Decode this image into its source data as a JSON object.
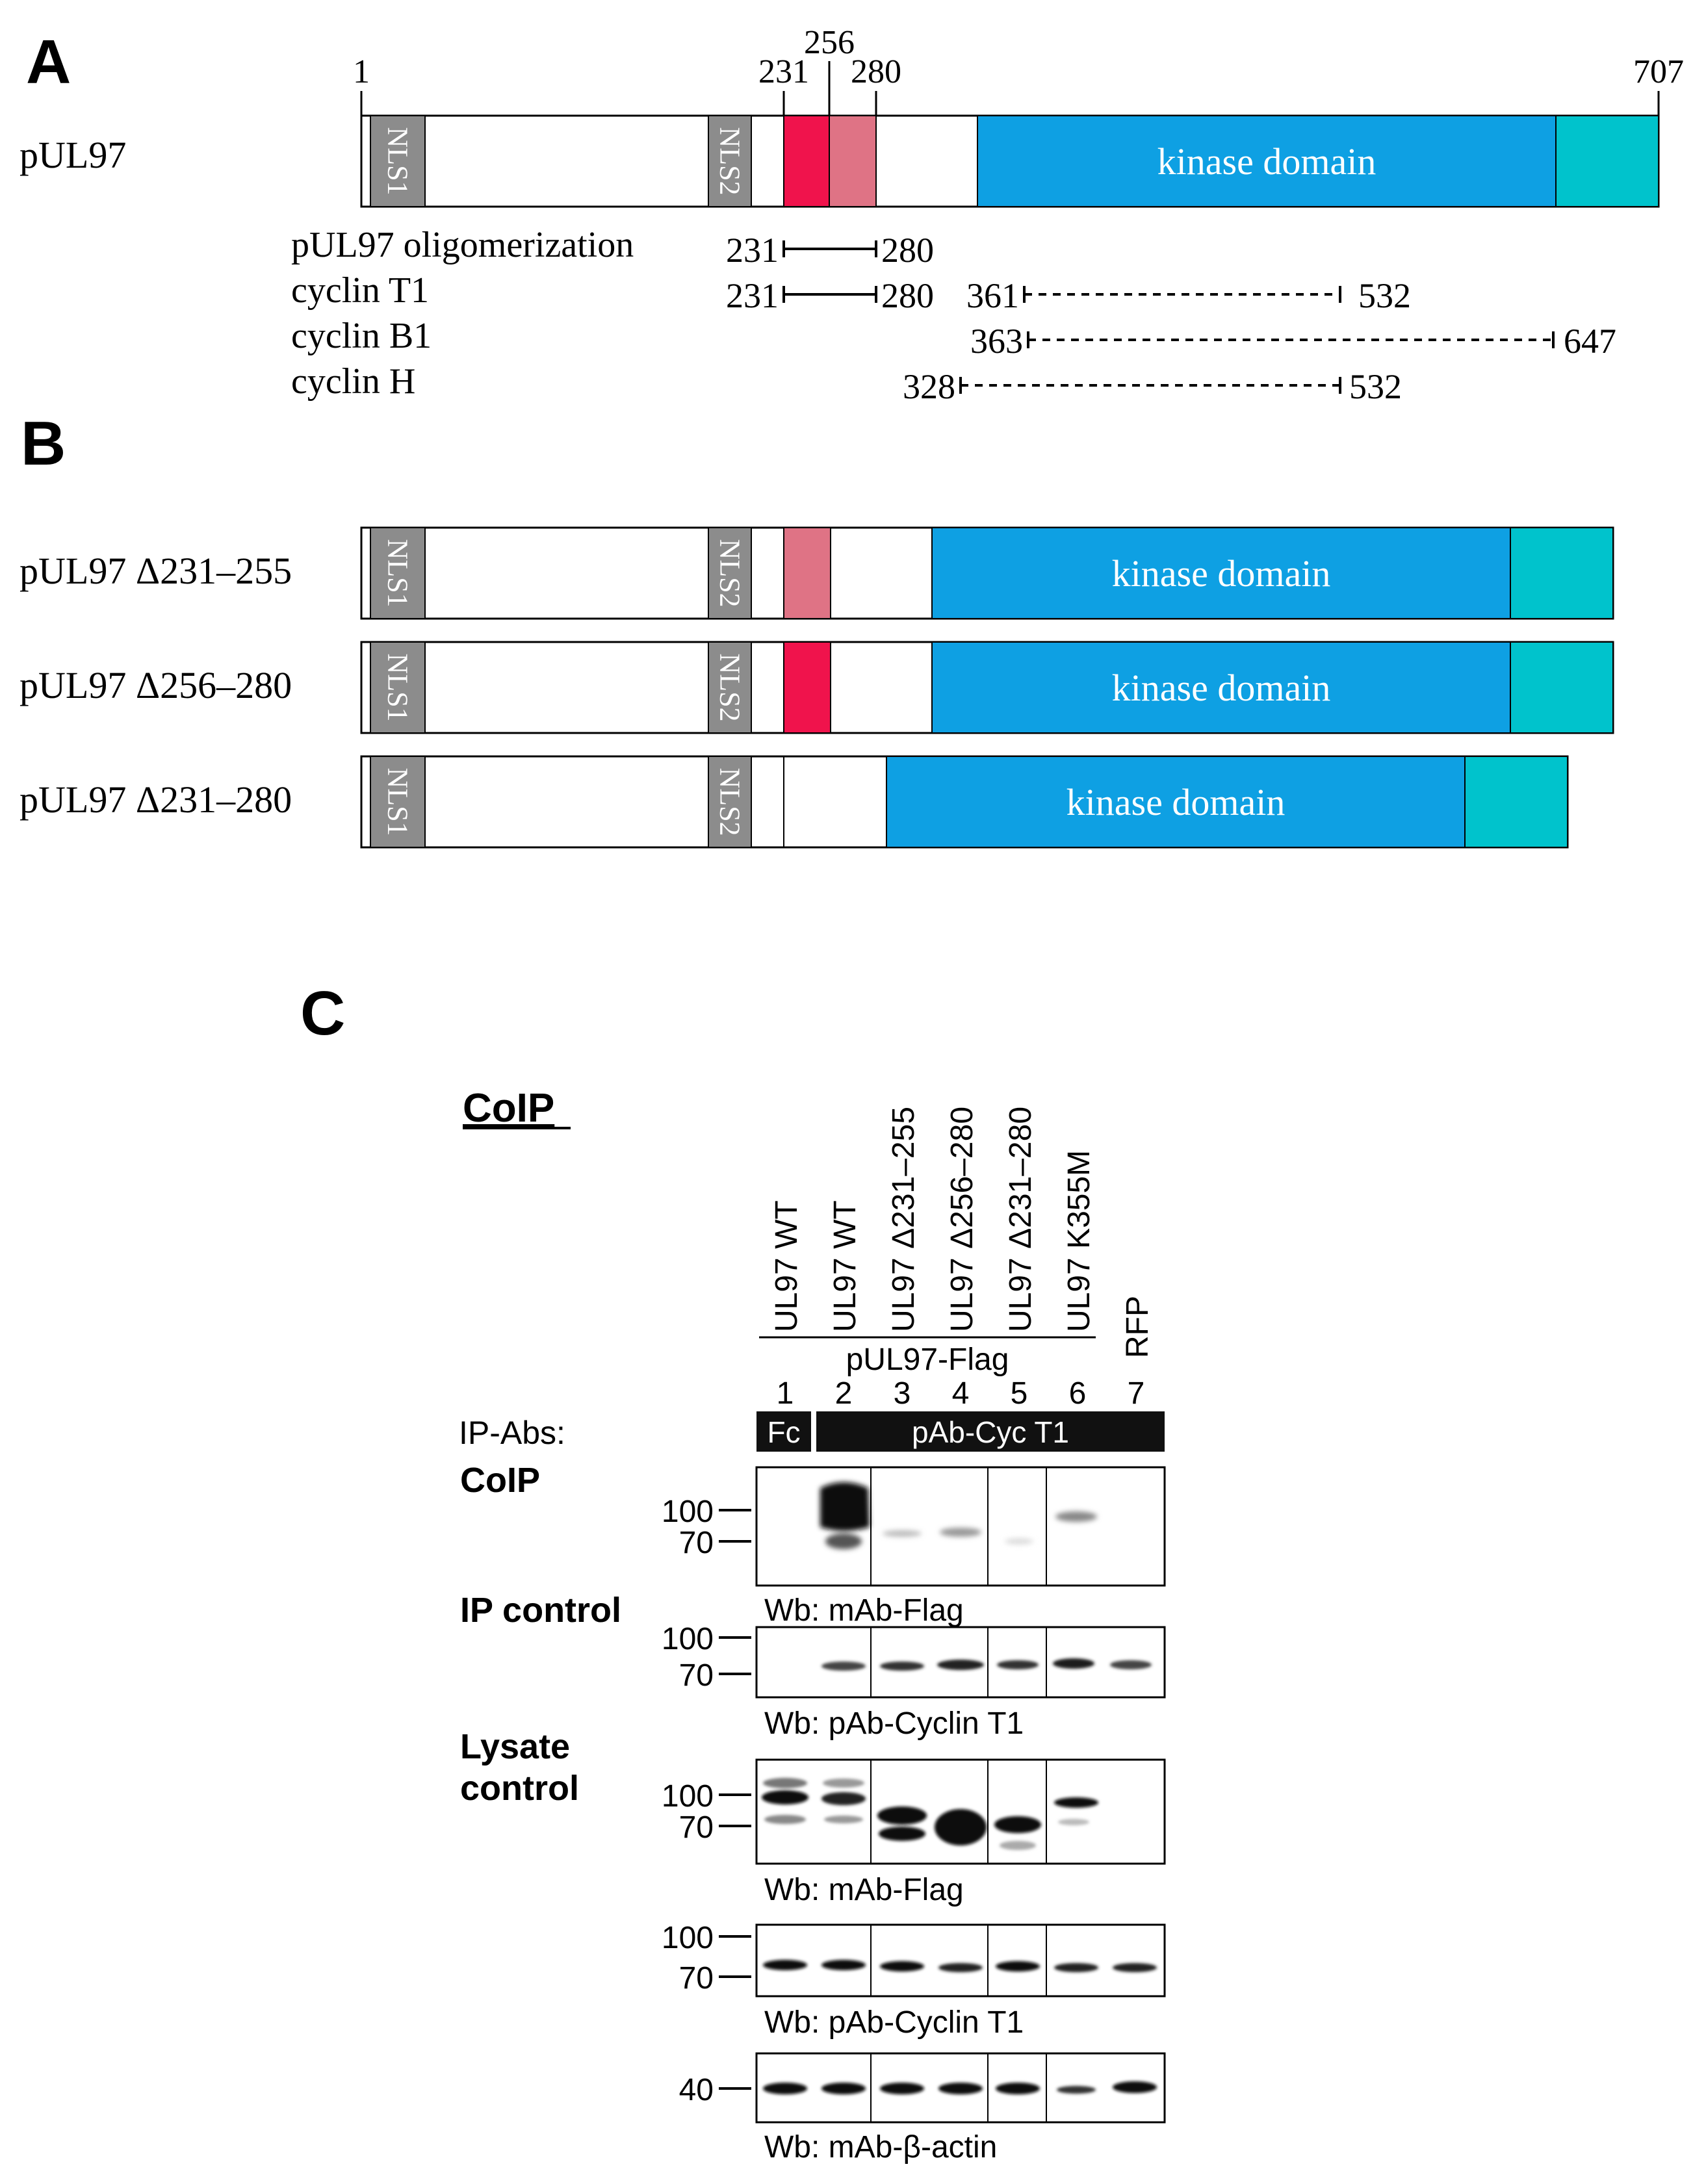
{
  "panel_a": {
    "letter": "A",
    "protein_label": "pUL97",
    "pos_1": "1",
    "pos_231": "231",
    "pos_256": "256",
    "pos_280": "280",
    "pos_707": "707",
    "nls1": "NLS1",
    "nls2": "NLS2",
    "kinase_label": "kinase domain",
    "interactions": [
      {
        "label": "pUL97 oligomerization",
        "segments": [
          {
            "start": "231",
            "end": "280",
            "style": "solid"
          }
        ]
      },
      {
        "label": "cyclin T1",
        "segments": [
          {
            "start": "231",
            "end": "280",
            "style": "solid"
          },
          {
            "start": "361",
            "end": "532",
            "style": "dashed"
          }
        ]
      },
      {
        "label": "cyclin B1",
        "segments": [
          {
            "start": "363",
            "end": "647",
            "style": "dashed"
          }
        ]
      },
      {
        "label": "cyclin H",
        "segments": [
          {
            "start": "328",
            "end": "532",
            "style": "dashed"
          }
        ]
      }
    ]
  },
  "panel_b": {
    "letter": "B",
    "constructs": [
      {
        "label": "pUL97 Δ231–255",
        "nls1": "NLS1",
        "nls2": "NLS2",
        "kinase_label": "kinase domain"
      },
      {
        "label": "pUL97 Δ256–280",
        "nls1": "NLS1",
        "nls2": "NLS2",
        "kinase_label": "kinase domain"
      },
      {
        "label": "pUL97 Δ231–280",
        "nls1": "NLS1",
        "nls2": "NLS2",
        "kinase_label": "kinase domain"
      }
    ]
  },
  "panel_c": {
    "letter": "C",
    "heading": "CoIP",
    "lane_labels": [
      "UL97 WT",
      "UL97 WT",
      "UL97 Δ231–255",
      "UL97 Δ256–280",
      "UL97 Δ231–280",
      "UL97 K355M",
      "RFP"
    ],
    "group_label": "pUL97-Flag",
    "lane_numbers": [
      "1",
      "2",
      "3",
      "4",
      "5",
      "6",
      "7"
    ],
    "ip_abs_label": "IP-Abs:",
    "ip_fc": "Fc",
    "ip_cyc": "pAb-Cyc T1",
    "section_coip": "CoIP",
    "section_ip_control": "IP control",
    "section_lysate_1": "Lysate",
    "section_lysate_2": "control",
    "blots": [
      {
        "markers": [
          "100",
          "70"
        ],
        "caption": "Wb: mAb-Flag"
      },
      {
        "markers": [
          "100",
          "70"
        ],
        "caption": "Wb: pAb-Cyclin T1"
      },
      {
        "markers": [
          "100",
          "70"
        ],
        "caption": "Wb: mAb-Flag"
      },
      {
        "markers": [
          "100",
          "70"
        ],
        "caption": "Wb: pAb-Cyclin T1"
      },
      {
        "markers": [
          "40"
        ],
        "caption": "Wb: mAb-β-actin"
      }
    ]
  },
  "colors": {
    "nls": "#8c8c8c",
    "region_231_255": "#f0134c",
    "region_256_280": "#df7385",
    "kinase": "#0ea0e3",
    "c_terminal": "#00c3cc",
    "band": "#111111"
  }
}
